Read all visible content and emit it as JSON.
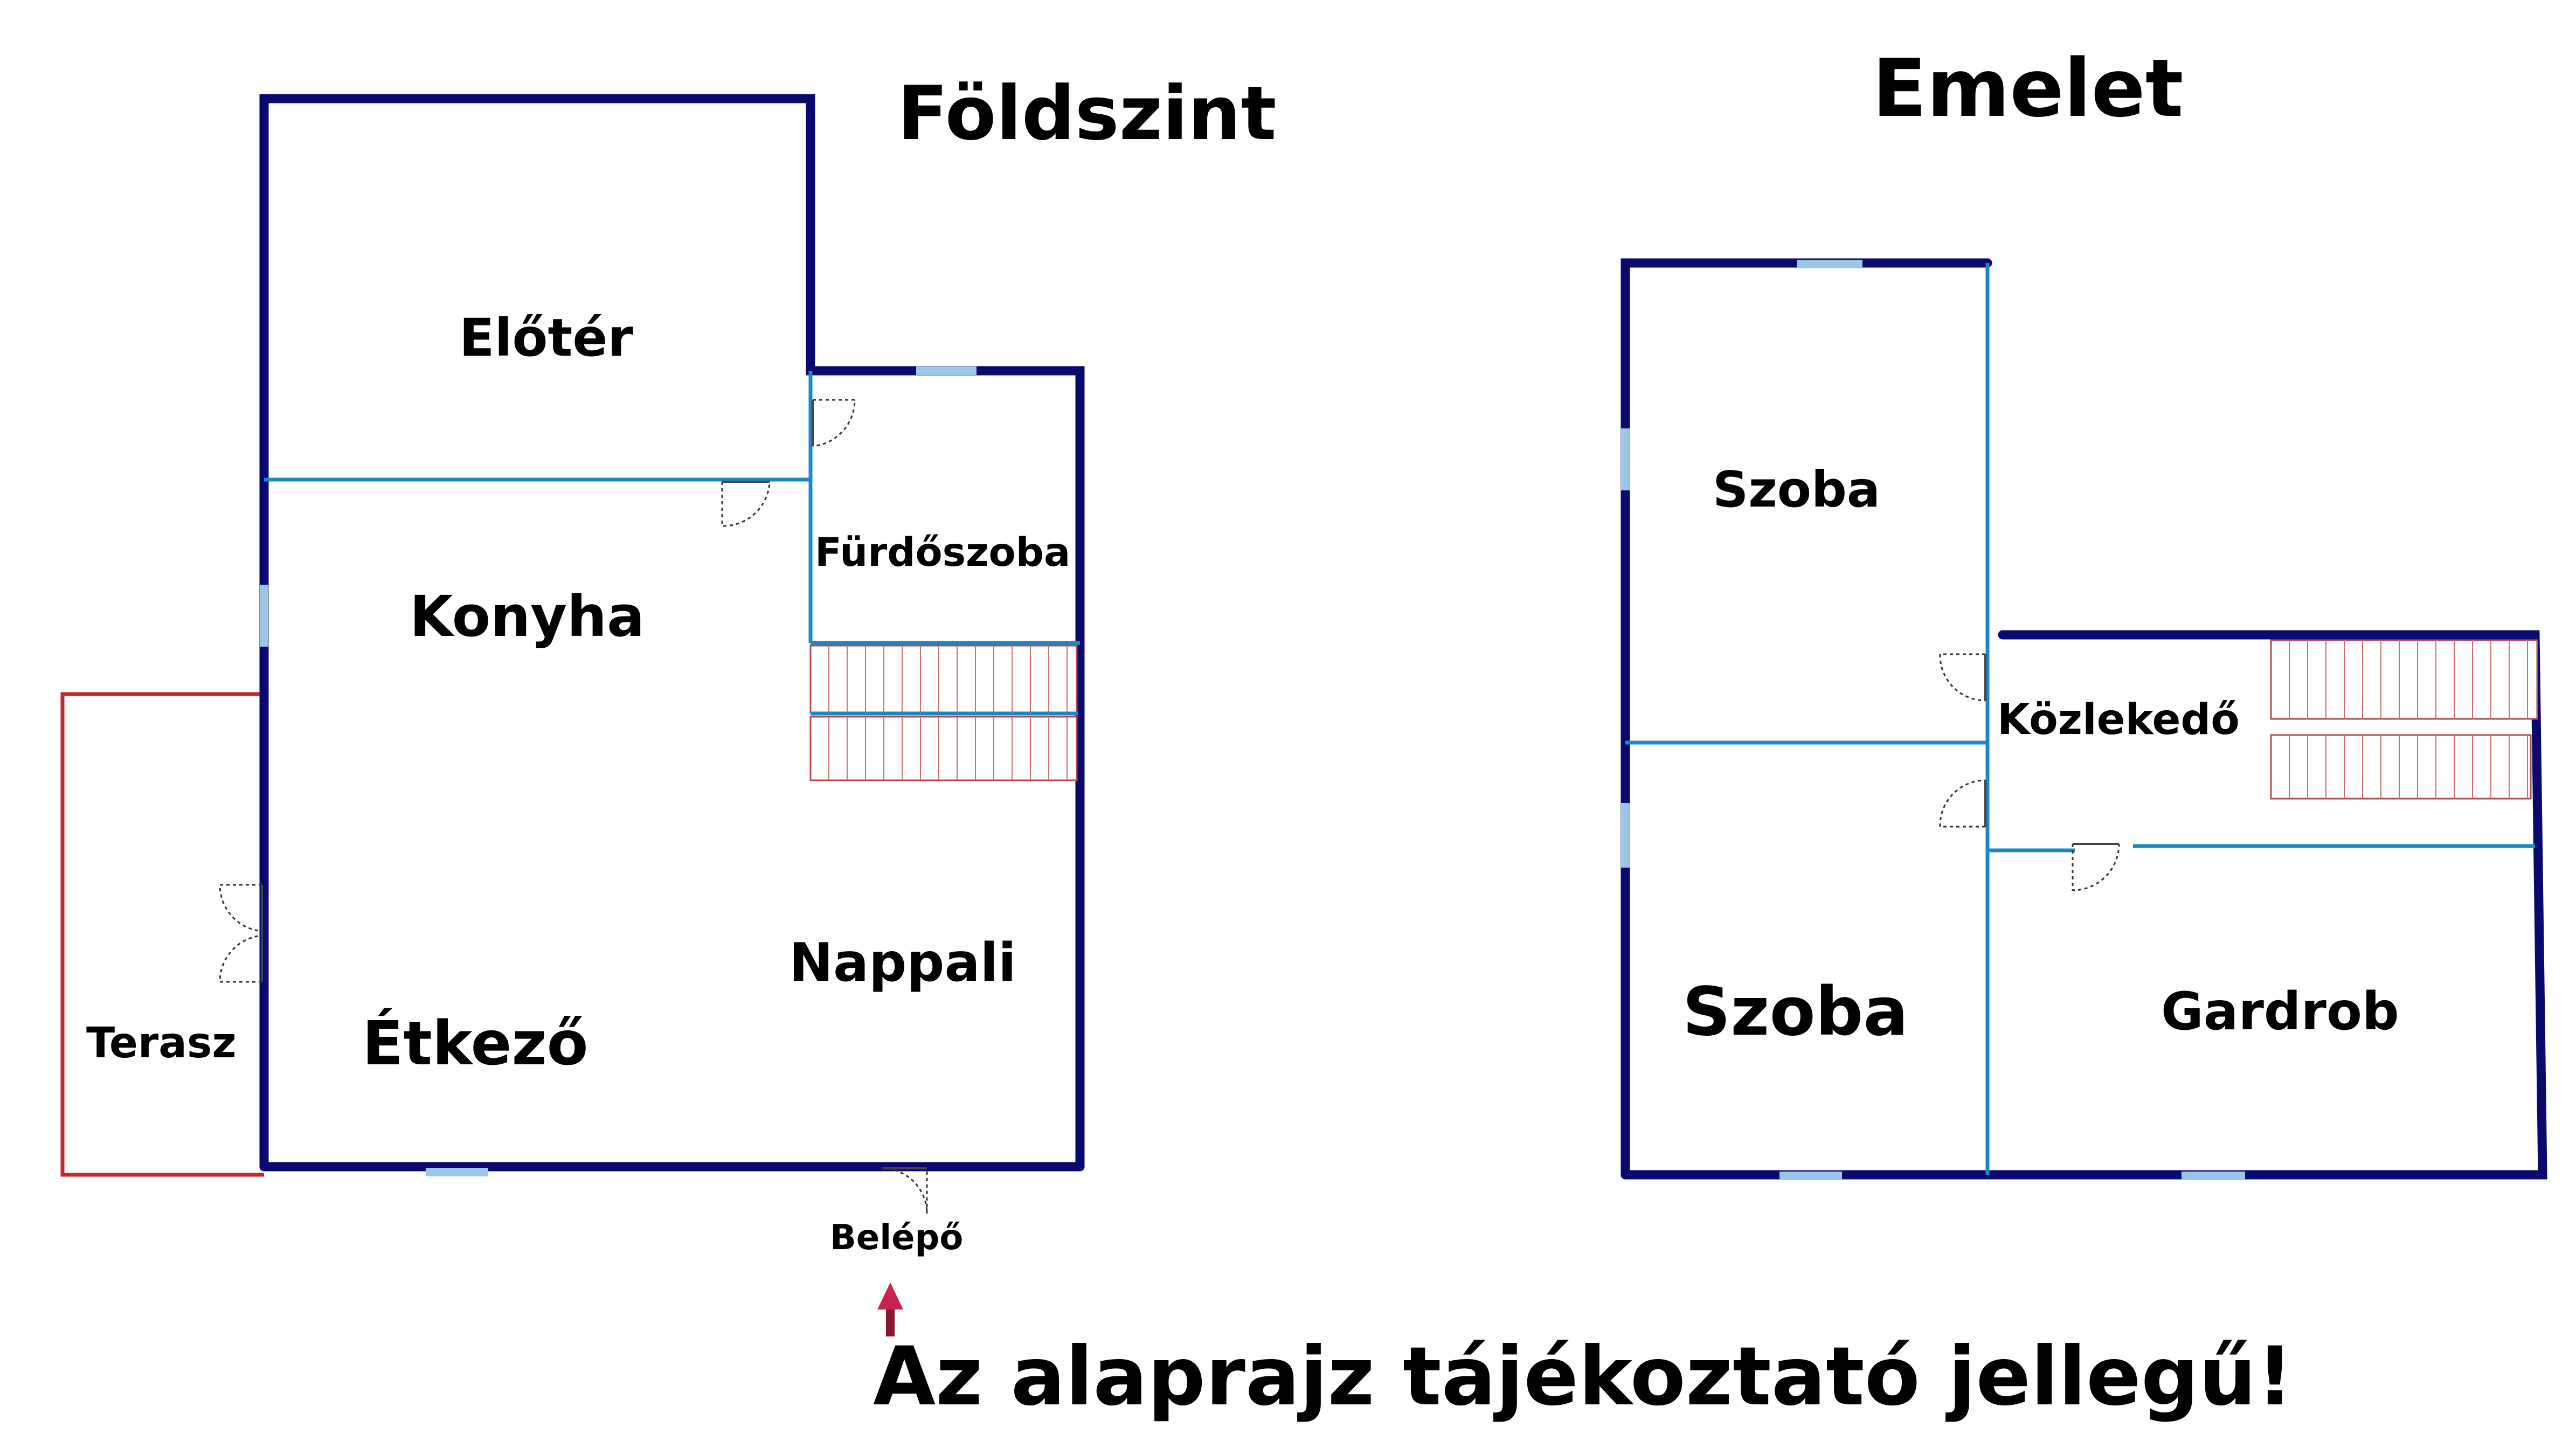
{
  "titles": {
    "ground_floor": "Földszint",
    "upper_floor": "Emelet"
  },
  "rooms": {
    "eloter": "Előtér",
    "furdoszoba": "Fürdőszoba",
    "konyha": "Konyha",
    "nappali": "Nappali",
    "etkezo": "Étkező",
    "terasz": "Terasz",
    "szoba_upper": "Szoba",
    "szoba_lower": "Szoba",
    "kozlekedo": "Közlekedő",
    "gardrob": "Gardrob"
  },
  "entrance_label": "Belépő",
  "disclaimer": "Az alaprajz tájékoztató jellegű!",
  "colors": {
    "outer_wall": "#0a0a6e",
    "inner_wall": "#1b87c3",
    "terrace": "#c2282d",
    "window": "#9cc6e6",
    "stairs": "#b54a4a",
    "entrance_arrow": "#c8234e"
  }
}
